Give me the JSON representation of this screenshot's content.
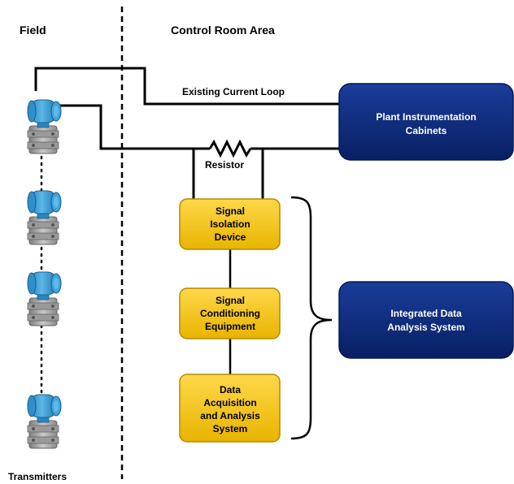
{
  "regions": {
    "field_label": "Field",
    "control_room_label": "Control Room Area",
    "transmitters_label": "Transmitters"
  },
  "loop": {
    "existing_current_loop_label": "Existing Current Loop",
    "resistor_label": "Resistor"
  },
  "boxes": {
    "plant_cabinets": {
      "line1": "Plant Instrumentation",
      "line2": "Cabinets"
    },
    "signal_isolation": {
      "line1": "Signal",
      "line2": "Isolation",
      "line3": "Device"
    },
    "signal_conditioning": {
      "line1": "Signal",
      "line2": "Conditioning",
      "line3": "Equipment"
    },
    "data_acquisition": {
      "line1": "Data",
      "line2": "Acquisition",
      "line3": "and Analysis",
      "line4": "System"
    },
    "integrated_system": {
      "line1": "Integrated Data",
      "line2": "Analysis System"
    }
  },
  "colors": {
    "navy_box": "#0b2a7a",
    "gold_box": "#f5c400",
    "transmitter_blue": "#3a9ed8",
    "transmitter_body": "#a8a8a8"
  },
  "icons": {
    "transmitter": "pressure-transmitter-icon",
    "resistor": "resistor-symbol"
  }
}
